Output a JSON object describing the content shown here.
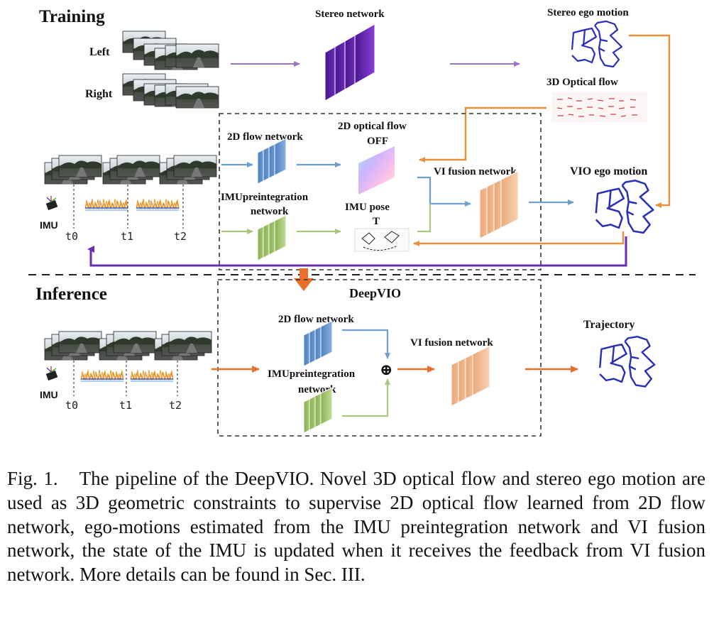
{
  "sections": {
    "training": "Training",
    "inference": "Inference"
  },
  "training": {
    "left_label": "Left",
    "right_label": "Right",
    "stereo_network": "Stereo network",
    "stereo_ego_motion": "Stereo ego motion",
    "optical_flow_3d": "3D Optical flow",
    "flow_network_2d": "2D flow network",
    "optical_flow_2d_line1": "2D optical flow",
    "optical_flow_2d_line2": "OFF",
    "imu_preint_line1": "IMUpreintegration",
    "imu_preint_line2": "network",
    "imu_pose_line1": "IMU pose",
    "imu_pose_line2": "T",
    "vi_fusion": "VI fusion network",
    "vio_ego_motion": "VIO ego motion",
    "imu_label": "IMU",
    "ticks": [
      "t0",
      "t1",
      "t2"
    ]
  },
  "inference": {
    "deepvio": "DeepVIO",
    "flow_network_2d": "2D flow network",
    "imu_preint_line1": "IMUpreintegration",
    "imu_preint_line2": "network",
    "oplus": "⊕",
    "vi_fusion": "VI fusion network",
    "trajectory": "Trajectory",
    "imu_label": "IMU",
    "ticks": [
      "t0",
      "t1",
      "t2"
    ]
  },
  "caption": {
    "fig": "Fig. 1.",
    "text": "The pipeline of the DeepVIO. Novel 3D optical flow and stereo ego motion are used as 3D geometric constraints to supervise 2D optical flow learned from 2D flow network, ego-motions estimated from the IMU preintegration network and VI fusion network, the state of the IMU is updated when it receives the feedback from VI fusion network. More details can be found in Sec. III."
  },
  "colors": {
    "stereo_purple": "#6a2bb5",
    "flow_blue": "#5b8fcc",
    "imu_green": "#9ac260",
    "fusion_orange": "#f3b98e",
    "feedback_orange": "#e8913a",
    "inference_arrow": "#e8702a",
    "trajectory_blue": "#2a2fb8",
    "arrow_blue": "#6f9fcf",
    "arrow_green": "#a9c77c"
  }
}
